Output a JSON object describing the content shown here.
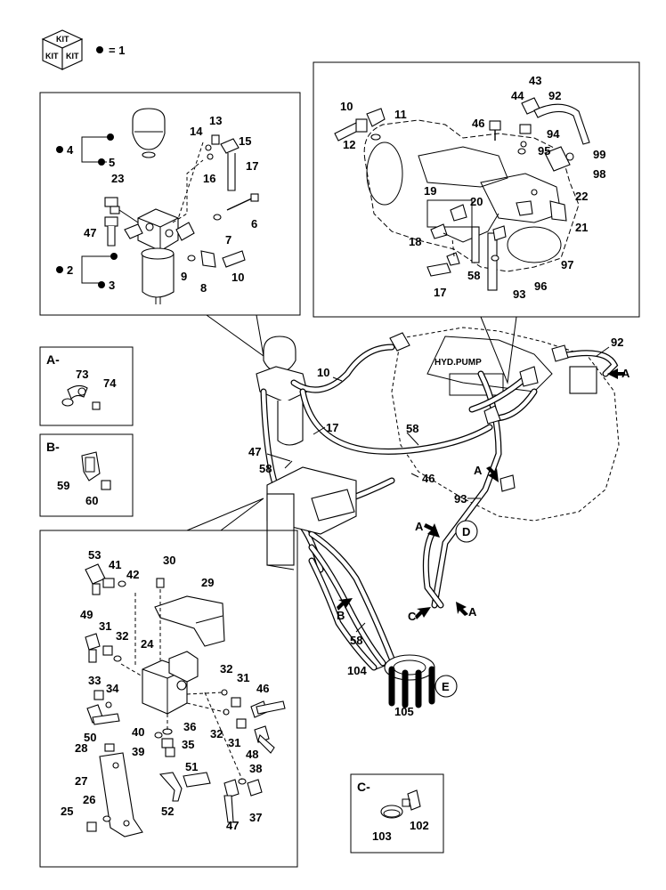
{
  "legend": {
    "kit_top": "KIT",
    "kit_left": "KIT",
    "kit_right": "KIT",
    "bullet_eq": "= 1"
  },
  "detail_boxes": {
    "a": "A-",
    "b": "B-",
    "c": "C-"
  },
  "pump_label": "HYD.PUMP",
  "circle_refs": {
    "d": "D",
    "e": "E"
  },
  "view_arrows": {
    "a1": "A",
    "a2": "A",
    "a3": "A",
    "a4": "A",
    "b1": "B",
    "c1": "C"
  },
  "callouts": {
    "top_left": [
      "4",
      "5",
      "13",
      "14",
      "15",
      "16",
      "17",
      "23",
      "6",
      "47",
      "7",
      "2",
      "3",
      "9",
      "8",
      "10"
    ],
    "top_right": [
      "43",
      "44",
      "92",
      "10",
      "11",
      "46",
      "94",
      "12",
      "95",
      "99",
      "98",
      "19",
      "20",
      "22",
      "21",
      "18",
      "97",
      "58",
      "96",
      "17",
      "93"
    ],
    "box_a": [
      "73",
      "74"
    ],
    "box_b": [
      "59",
      "60"
    ],
    "main": [
      "92",
      "10",
      "17",
      "58",
      "47",
      "58",
      "46",
      "93",
      "58",
      "104",
      "105"
    ],
    "bottom_left": [
      "53",
      "41",
      "42",
      "30",
      "29",
      "49",
      "31",
      "32",
      "24",
      "33",
      "34",
      "32",
      "31",
      "46",
      "50",
      "36",
      "40",
      "35",
      "32",
      "31",
      "48",
      "28",
      "39",
      "38",
      "51",
      "27",
      "26",
      "25",
      "52",
      "47",
      "37"
    ],
    "box_c": [
      "103",
      "102"
    ]
  }
}
